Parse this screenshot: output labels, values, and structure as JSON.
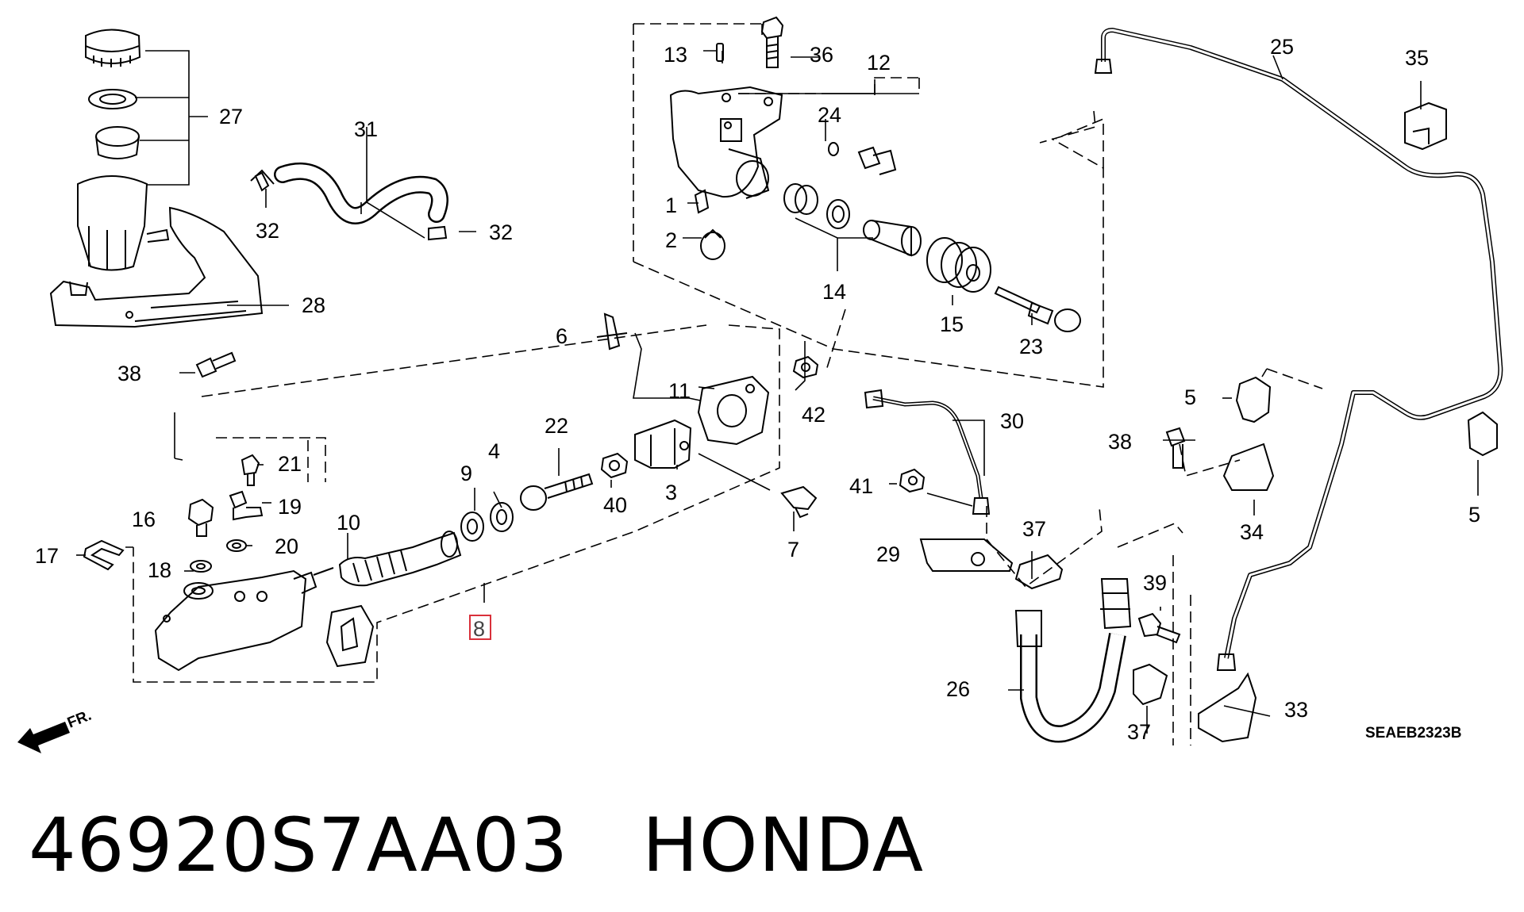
{
  "callouts": [
    {
      "id": "c1",
      "label": "1"
    },
    {
      "id": "c2",
      "label": "2"
    },
    {
      "id": "c3",
      "label": "3"
    },
    {
      "id": "c4",
      "label": "4"
    },
    {
      "id": "c5a",
      "label": "5"
    },
    {
      "id": "c5b",
      "label": "5"
    },
    {
      "id": "c6",
      "label": "6"
    },
    {
      "id": "c7",
      "label": "7"
    },
    {
      "id": "c8",
      "label": "8"
    },
    {
      "id": "c9",
      "label": "9"
    },
    {
      "id": "c10",
      "label": "10"
    },
    {
      "id": "c11",
      "label": "11"
    },
    {
      "id": "c12",
      "label": "12"
    },
    {
      "id": "c13",
      "label": "13"
    },
    {
      "id": "c14",
      "label": "14"
    },
    {
      "id": "c15",
      "label": "15"
    },
    {
      "id": "c16",
      "label": "16"
    },
    {
      "id": "c17",
      "label": "17"
    },
    {
      "id": "c18",
      "label": "18"
    },
    {
      "id": "c19",
      "label": "19"
    },
    {
      "id": "c20",
      "label": "20"
    },
    {
      "id": "c21",
      "label": "21"
    },
    {
      "id": "c22",
      "label": "22"
    },
    {
      "id": "c23",
      "label": "23"
    },
    {
      "id": "c24",
      "label": "24"
    },
    {
      "id": "c25",
      "label": "25"
    },
    {
      "id": "c26",
      "label": "26"
    },
    {
      "id": "c27",
      "label": "27"
    },
    {
      "id": "c28",
      "label": "28"
    },
    {
      "id": "c29",
      "label": "29"
    },
    {
      "id": "c30",
      "label": "30"
    },
    {
      "id": "c31",
      "label": "31"
    },
    {
      "id": "c32a",
      "label": "32"
    },
    {
      "id": "c32b",
      "label": "32"
    },
    {
      "id": "c33",
      "label": "33"
    },
    {
      "id": "c34",
      "label": "34"
    },
    {
      "id": "c35",
      "label": "35"
    },
    {
      "id": "c36",
      "label": "36"
    },
    {
      "id": "c37a",
      "label": "37"
    },
    {
      "id": "c37b",
      "label": "37"
    },
    {
      "id": "c38a",
      "label": "38"
    },
    {
      "id": "c38b",
      "label": "38"
    },
    {
      "id": "c39",
      "label": "39"
    },
    {
      "id": "c40",
      "label": "40"
    },
    {
      "id": "c41",
      "label": "41"
    },
    {
      "id": "c42",
      "label": "42"
    }
  ],
  "diagram_code": "SEAEB2323B",
  "direction_label": "FR.",
  "footer": {
    "part_number": "46920S7AA03",
    "brand": "HONDA"
  },
  "highlight": {
    "callout": "8",
    "color": "#d9303a"
  }
}
